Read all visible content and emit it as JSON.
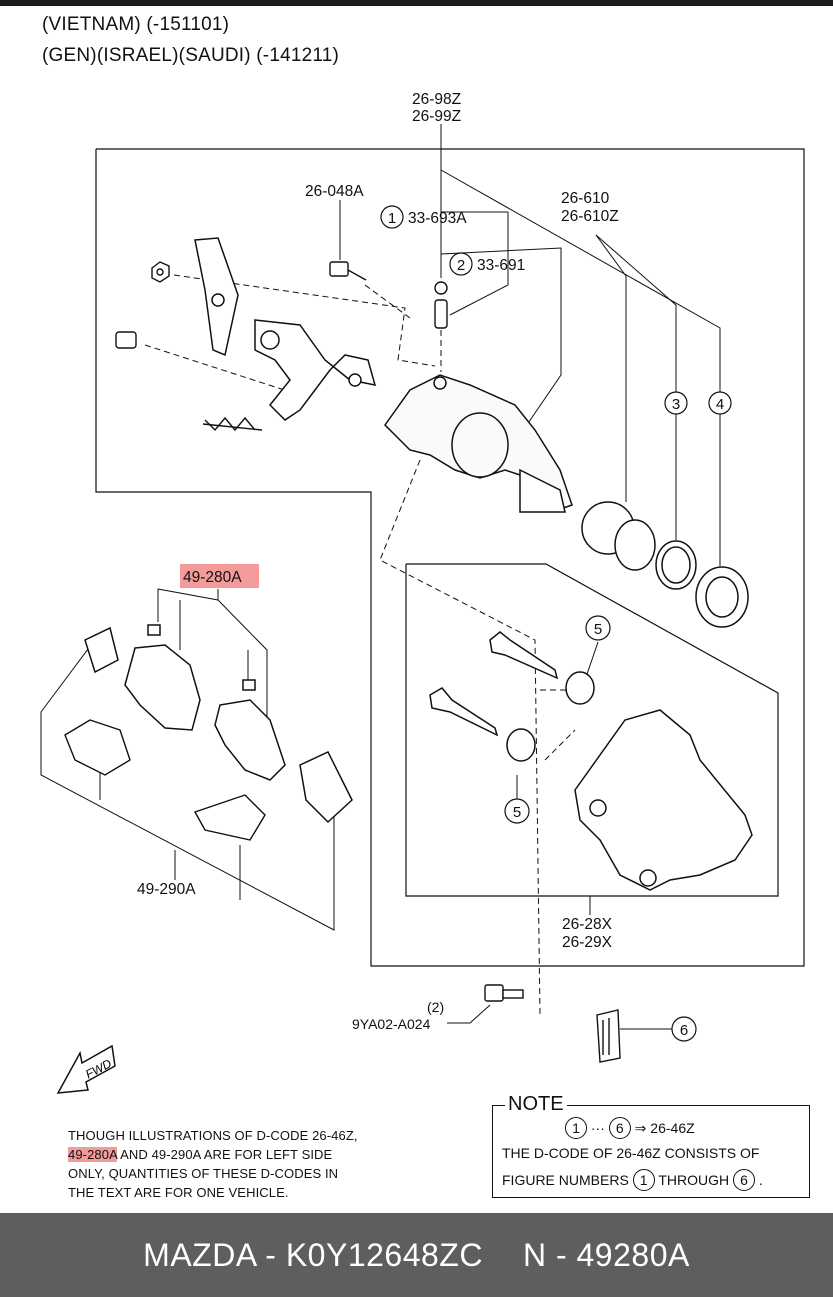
{
  "header": {
    "line1": "(VIETNAM) (-151101)",
    "line2": "(GEN)(ISRAEL)(SAUDI) (-141211)"
  },
  "labels": {
    "caliper_assy_1": "26-98Z",
    "caliper_assy_2": "26-99Z",
    "bracket": "26-048A",
    "bleeder_cap": "33-693A",
    "bleeder_screw": "33-691",
    "piston_seal_1": "26-610",
    "piston_seal_2": "26-610Z",
    "pad_set": "49-280A",
    "shim_kit": "49-290A",
    "support_1": "26-28X",
    "support_2": "26-29X",
    "bolt_qty": "(2)",
    "bolt": "9YA02-A024",
    "fwd": "FWD"
  },
  "callouts": {
    "c1": "1",
    "c2": "2",
    "c3": "3",
    "c4": "4",
    "c5a": "5",
    "c5b": "5",
    "c6": "6"
  },
  "footnote": {
    "line1": "THOUGH ILLUSTRATIONS OF D-CODE 26-46Z,",
    "line2_code": "49-280A",
    "line2_rest": " AND 49-290A ARE FOR LEFT SIDE",
    "line3": "ONLY, QUANTITIES OF THESE D-CODES IN",
    "line4": "THE TEXT ARE FOR ONE VEHICLE."
  },
  "note": {
    "title": "NOTE",
    "range_start": "1",
    "dots": "···",
    "range_end": "6",
    "arrow_target": "⇒ 26-46Z",
    "line2": "THE D-CODE OF  26-46Z  CONSISTS OF",
    "line3_a": "FIGURE NUMBERS",
    "line3_n1": "1",
    "line3_b": "THROUGH",
    "line3_n2": "6",
    "line3_end": "."
  },
  "footer": {
    "part": "MAZDA - K0Y12648ZC",
    "ref": "N - 49280A"
  },
  "colors": {
    "highlight": "#f39a9a",
    "footer_bg": "#5e5e5e"
  }
}
